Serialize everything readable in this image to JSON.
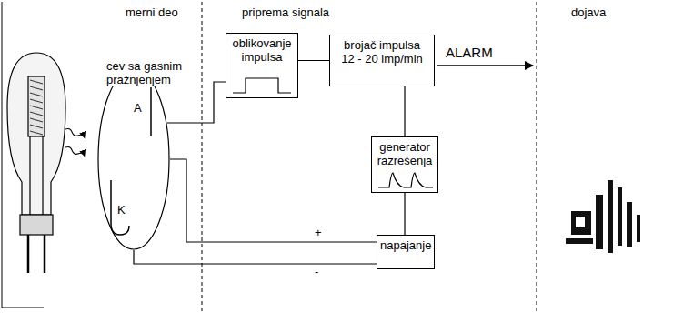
{
  "diagram": {
    "nodes": [
      {
        "text": [
          "cev sa gasnim pražnjenjem",
          "A",
          "K"
        ]
      },
      {
        "text": [
          "oblikovanje impulsa"
        ]
      },
      {
        "text": [
          "brojač impulsa",
          "12 - 20 imp/min"
        ]
      },
      {
        "text": [
          "generator razrešenja"
        ]
      },
      {
        "text": [
          "napajanje"
        ]
      }
    ],
    "edges": [
      {
        "from": 0,
        "to": 1,
        "arrow": "none"
      },
      {
        "from": 1,
        "to": 2,
        "arrow": "none"
      },
      {
        "from": 2,
        "to": 3,
        "arrow": "none"
      },
      {
        "from": 3,
        "to": 4,
        "arrow": "none"
      },
      {
        "from": 4,
        "to": 0,
        "label": "+",
        "arrow": "none"
      },
      {
        "from": 4,
        "to": 0,
        "label": "-",
        "arrow": "none"
      }
    ],
    "labels": [
      "merni deo",
      "priprema signala",
      "dojava",
      "ALARM"
    ]
  }
}
